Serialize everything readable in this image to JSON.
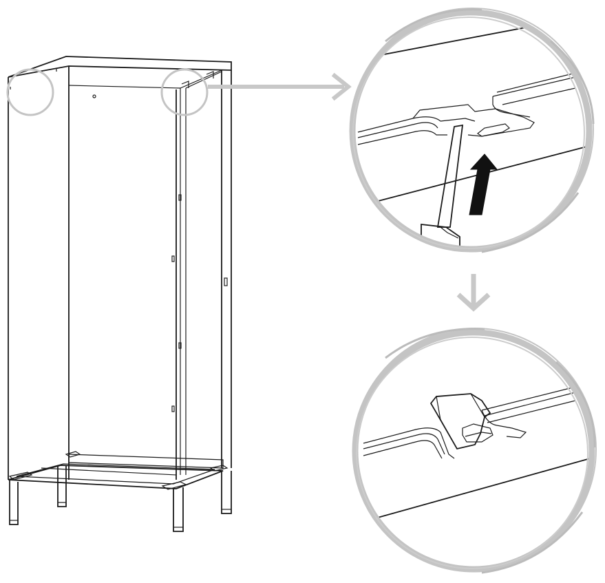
{
  "figure": {
    "description_labels": [],
    "colors": {
      "line": "#1a1a1a",
      "highlight_circle": "#c4c4c4",
      "connector_arrow": "#c8c8c8",
      "lift_arrow": "#111111",
      "background": "#ffffff"
    },
    "icons": [
      "cabinet-outline",
      "detail-circle-left-corner",
      "detail-circle-right-corner",
      "zoom-connector-arrow",
      "screwdriver-icon",
      "lift-arrow-icon",
      "sequence-arrow-down-icon",
      "bent-tab-detail"
    ]
  }
}
